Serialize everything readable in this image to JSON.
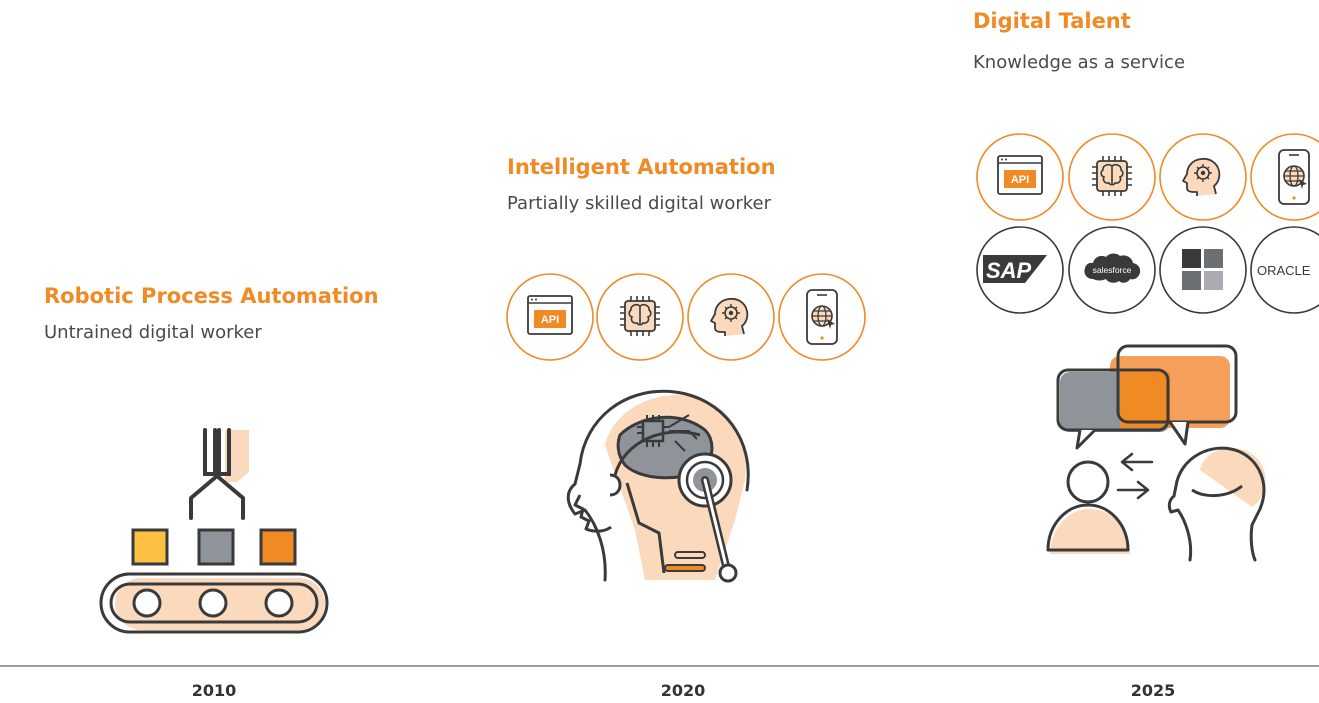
{
  "stages": [
    {
      "title": "Robotic Process Automation",
      "subtitle": "Untrained digital worker",
      "year": "2010"
    },
    {
      "title": "Intelligent Automation",
      "subtitle": "Partially skilled digital worker",
      "year": "2020"
    },
    {
      "title": "Digital Talent",
      "subtitle": "Knowledge as a service",
      "year": "2025"
    }
  ],
  "badges": {
    "api": "API",
    "sap": "SAP",
    "salesforce": "salesforce",
    "oracle": "ORACLE"
  },
  "icons": [
    "api-window-icon",
    "brain-chip-icon",
    "head-gear-icon",
    "mobile-globe-icon",
    "sap-logo",
    "salesforce-logo",
    "windows-logo",
    "oracle-logo"
  ],
  "colors": {
    "accent": "#f08a24",
    "accent_light": "#fbd9bd",
    "yellow": "#fcc042",
    "gray": "#8e9499",
    "outline": "#3a3a3a",
    "timeline": "#9aa0a6"
  }
}
